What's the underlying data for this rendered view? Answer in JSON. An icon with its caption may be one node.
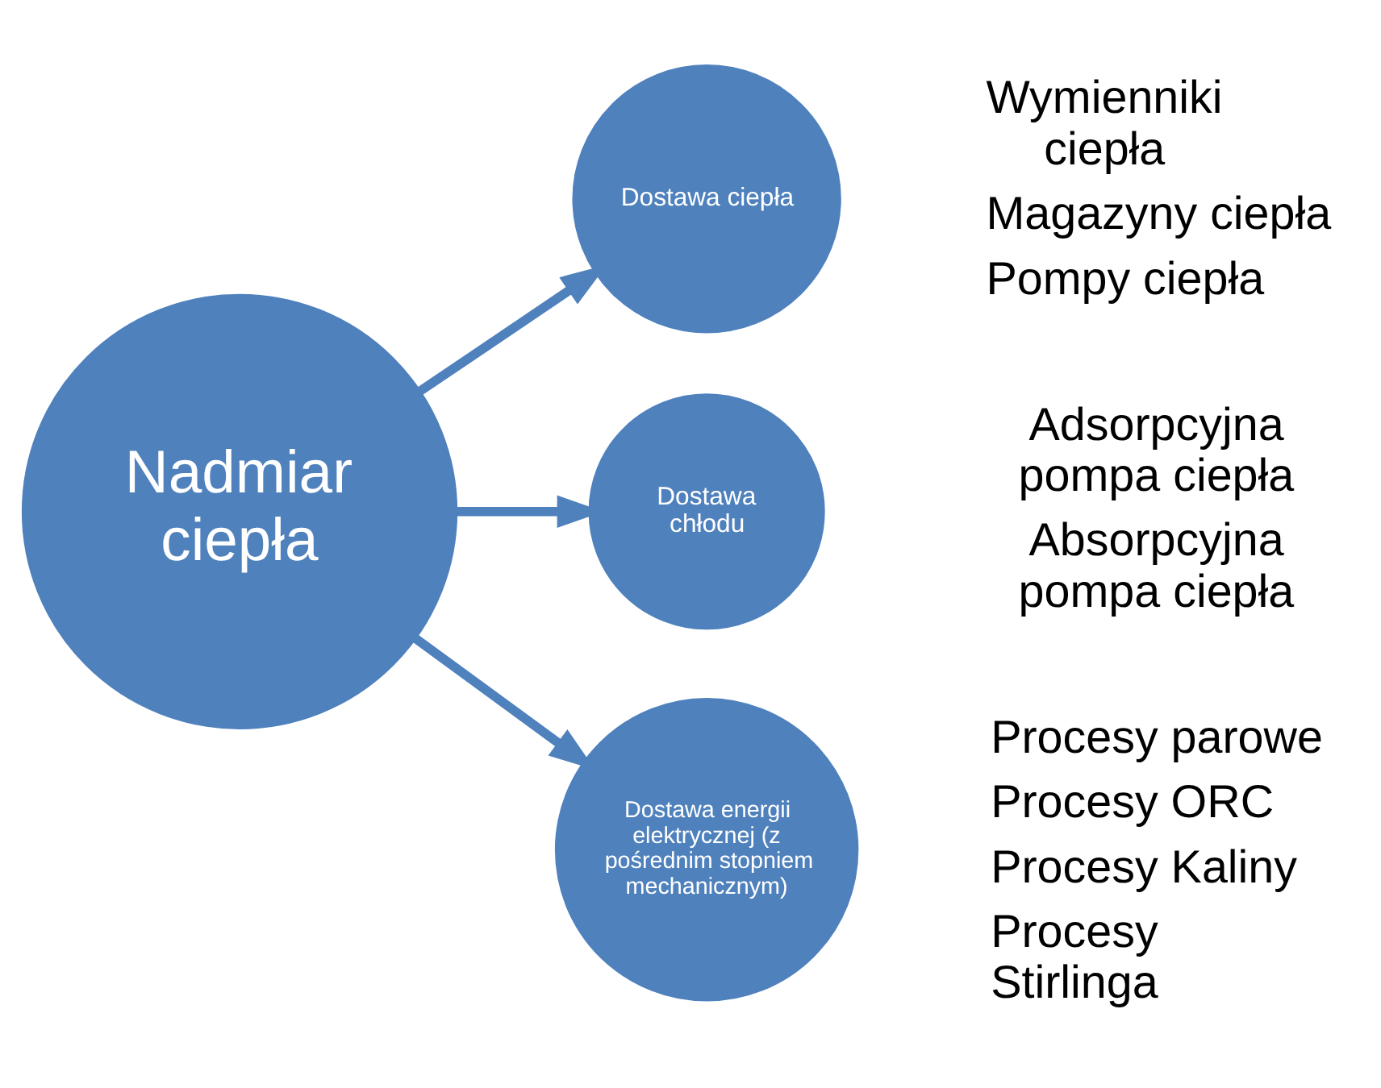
{
  "diagram": {
    "nodes": [
      {
        "text": [
          "Nadmiar ciepła"
        ]
      },
      {
        "text": [
          "Dostawa ciepła"
        ],
        "beside": [
          "Wymienniki ciepła",
          "Magazyny ciepła",
          "Pompy ciepła"
        ]
      },
      {
        "text": [
          "Dostawa chłodu"
        ],
        "beside": [
          "Adsorpcyjna pompa ciepła",
          "Absorpcyjna pompa ciepła"
        ]
      },
      {
        "text": [
          "Dostawa energii elektrycznej (z pośrednim stopniem mechanicznym)"
        ],
        "beside": [
          "Procesy parowe",
          "Procesy ORC",
          "Procesy Kaliny",
          "Procesy Stirlinga"
        ]
      }
    ],
    "edges": [
      {
        "from": 0,
        "to": 1,
        "arrow": "to"
      },
      {
        "from": 0,
        "to": 2,
        "arrow": "to"
      },
      {
        "from": 0,
        "to": 3,
        "arrow": "to"
      }
    ]
  }
}
